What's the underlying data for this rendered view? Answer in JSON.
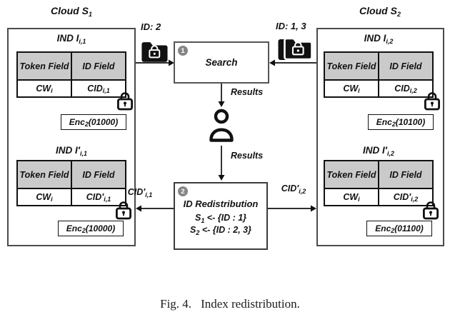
{
  "colors": {
    "table_header_bg": "#cacaca",
    "line_color": "#111111",
    "cloud_border": "#4b4b4b",
    "badge_bg": "#868686"
  },
  "caption": {
    "label": "Fig. 4.",
    "text": "Index redistribution."
  },
  "cloud_s1": {
    "title": {
      "main": "Cloud S",
      "sub": "1"
    },
    "ind_top": {
      "title": {
        "main": "IND I",
        "sub": "i,1"
      },
      "col1": "Token Field",
      "col2": "ID Field",
      "token": {
        "main": "CW",
        "sub": "i"
      },
      "id": {
        "main": "CID",
        "sub": "i,1"
      },
      "enc": {
        "main": "Enc",
        "sub": "2",
        "arg": "(01000)"
      }
    },
    "ind_bottom": {
      "title": {
        "main": "IND I′",
        "sub": "i,1"
      },
      "col1": "Token Field",
      "col2": "ID Field",
      "token": {
        "main": "CW",
        "sub": "i"
      },
      "id": {
        "main": "CID′",
        "sub": "i,1"
      },
      "enc": {
        "main": "Enc",
        "sub": "2",
        "arg": "(10000)"
      }
    }
  },
  "cloud_s2": {
    "title": {
      "main": "Cloud S",
      "sub": "2"
    },
    "ind_top": {
      "title": {
        "main": "IND I",
        "sub": "i,2"
      },
      "col1": "Token Field",
      "col2": "ID Field",
      "token": {
        "main": "CW",
        "sub": "i"
      },
      "id": {
        "main": "CID",
        "sub": "i,2"
      },
      "enc": {
        "main": "Enc",
        "sub": "2",
        "arg": "(10100)"
      }
    },
    "ind_bottom": {
      "title": {
        "main": "IND I′",
        "sub": "i,2"
      },
      "col1": "Token Field",
      "col2": "ID Field",
      "token": {
        "main": "CW",
        "sub": "i"
      },
      "id": {
        "main": "CID′",
        "sub": "i,2"
      },
      "enc": {
        "main": "Enc",
        "sub": "2",
        "arg": "(01100)"
      }
    }
  },
  "center": {
    "query_left": "ID: 2",
    "query_right": "ID: 1, 3",
    "search": {
      "step": "1",
      "label": "Search"
    },
    "results_top": "Results",
    "results_bottom": "Results",
    "redistribution": {
      "step": "2",
      "title": "ID Redistribution",
      "assign1": {
        "main": "S",
        "sub": "1",
        "rest": " <- {ID : 1}"
      },
      "assign2": {
        "main": "S",
        "sub": "2",
        "rest": " <- {ID : 2, 3}"
      }
    },
    "out_left": {
      "main": "CID′",
      "sub": "i,1"
    },
    "out_right": {
      "main": "CID′",
      "sub": "i,2"
    }
  }
}
